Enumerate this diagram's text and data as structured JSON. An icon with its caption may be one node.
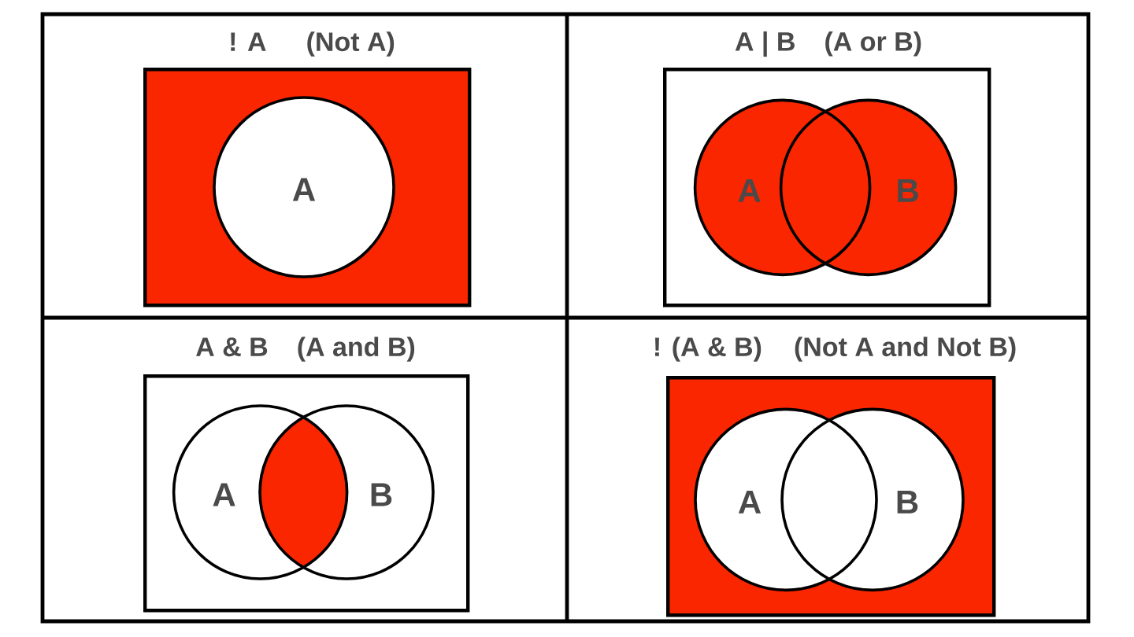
{
  "diagram": {
    "nodes": [
      {
        "text": [
          "! A",
          "(Not A)"
        ]
      },
      {
        "text": [
          "A"
        ],
        "in": 0
      },
      {
        "text": [
          "A | B",
          "(A or B)"
        ]
      },
      {
        "text": [
          "A"
        ],
        "in": 2
      },
      {
        "text": [
          "B"
        ],
        "in": 2
      },
      {
        "text": [
          "A & B",
          "(A and B)"
        ]
      },
      {
        "text": [
          "A"
        ],
        "in": 5
      },
      {
        "text": [
          "B"
        ],
        "in": 5
      },
      {
        "text": [
          "! (A & B)",
          "(Not A and Not B)"
        ]
      },
      {
        "text": [
          "A"
        ],
        "in": 8
      },
      {
        "text": [
          "B"
        ],
        "in": 8
      }
    ]
  }
}
